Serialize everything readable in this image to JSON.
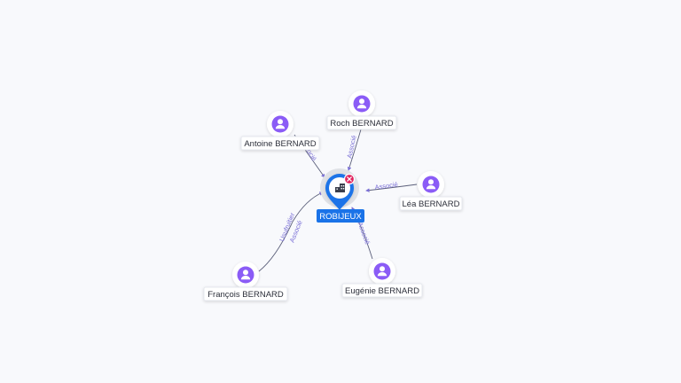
{
  "colors": {
    "person_icon": "#8b5cf6",
    "company_pin": "#1a73e8",
    "close_badge": "#e0245e",
    "edge": "#5b5f7a",
    "edge_label": "#7a6fd6"
  },
  "center": {
    "label": "ROBIJEUX",
    "icon": "building-icon",
    "badge_icon": "close-icon"
  },
  "people": [
    {
      "id": "antoine",
      "name": "Antoine BERNARD",
      "icon": "person-icon"
    },
    {
      "id": "roch",
      "name": "Roch BERNARD",
      "icon": "person-icon"
    },
    {
      "id": "lea",
      "name": "Léa BERNARD",
      "icon": "person-icon"
    },
    {
      "id": "eugenie",
      "name": "Eugénie BERNARD",
      "icon": "person-icon"
    },
    {
      "id": "francois",
      "name": "François BERNARD",
      "icon": "person-icon"
    }
  ],
  "edges": [
    {
      "from": "antoine",
      "labels": [
        "Associé"
      ]
    },
    {
      "from": "roch",
      "labels": [
        "Associé"
      ]
    },
    {
      "from": "lea",
      "labels": [
        "Associé"
      ]
    },
    {
      "from": "eugenie",
      "labels": [
        "Associé"
      ]
    },
    {
      "from": "francois",
      "labels": [
        "Usufruitier",
        "Associé"
      ]
    }
  ]
}
